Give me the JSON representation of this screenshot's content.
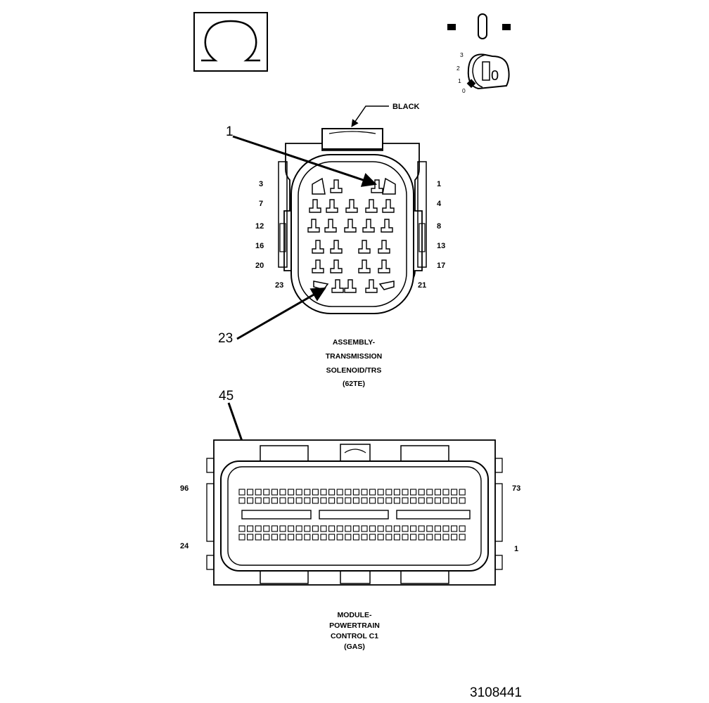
{
  "symbols": {
    "ohm": "Ω",
    "key_positions": [
      "3",
      "2",
      "1",
      "0"
    ],
    "key_face": "0"
  },
  "connector_top": {
    "color_label": "BLACK",
    "callout_a": "1",
    "callout_b": "23",
    "pins_left": [
      "3",
      "7",
      "12",
      "16",
      "20",
      "23"
    ],
    "pins_right": [
      "1",
      "4",
      "8",
      "13",
      "17",
      "21"
    ],
    "caption": [
      "ASSEMBLY-",
      "TRANSMISSION",
      "SOLENOID/TRS",
      "(62TE)"
    ]
  },
  "connector_bottom": {
    "callout": "45",
    "pin_top_left": "96",
    "pin_top_right": "73",
    "pin_bottom_left": "24",
    "pin_bottom_right": "1",
    "caption": [
      "MODULE-",
      "POWERTRAIN",
      "CONTROL C1",
      "(GAS)"
    ]
  },
  "figure_number": "3108441"
}
